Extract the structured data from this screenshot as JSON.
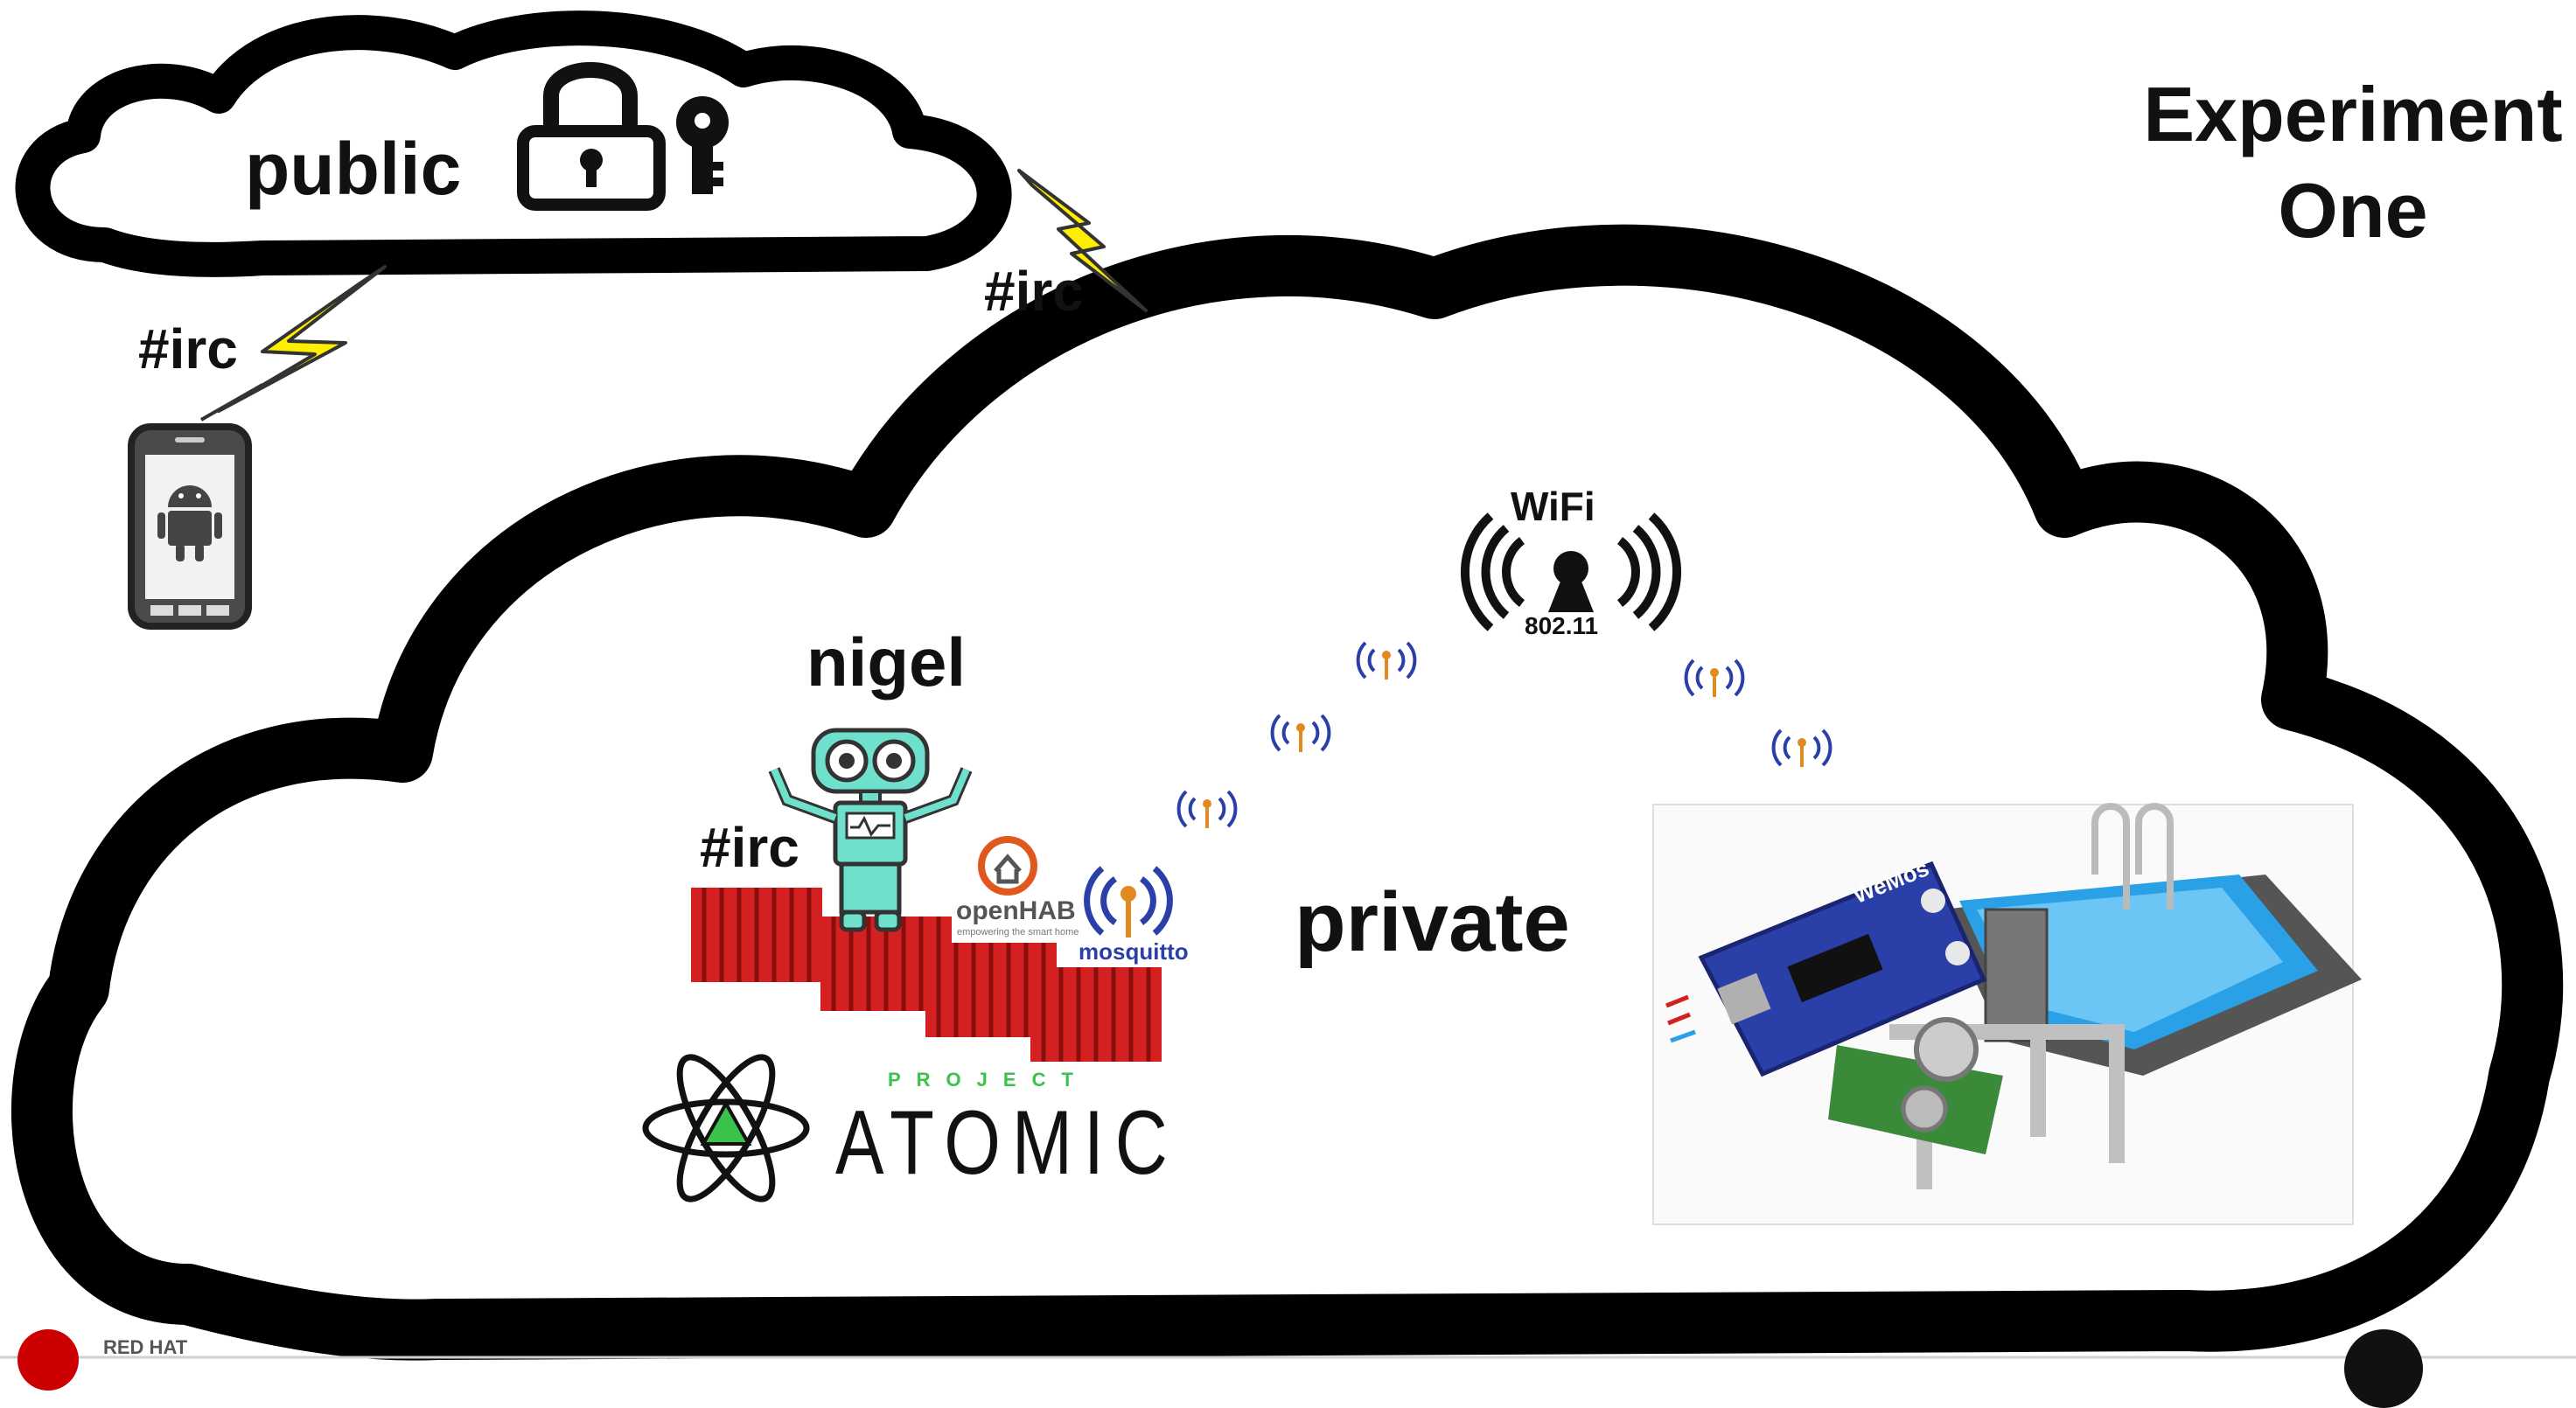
{
  "title": {
    "line1": "Experiment",
    "line2": "One"
  },
  "public_cloud": {
    "label": "public"
  },
  "private_cloud": {
    "label": "private"
  },
  "irc_labels": [
    "#irc",
    "#irc",
    "#irc"
  ],
  "nigel": {
    "label": "nigel"
  },
  "openhab": {
    "label": "openHAB",
    "tagline": "empowering the smart home"
  },
  "mosquitto": {
    "label": "mosquitto"
  },
  "project_atomic": {
    "small": "PROJECT",
    "big": "ATOMIC"
  },
  "wifi": {
    "label": "WiFi",
    "standard": "802.11"
  },
  "wemos": {
    "label": "WeMos"
  },
  "footer": {
    "text": "RED HAT"
  },
  "colors": {
    "lightning": "#ffee00",
    "container_red": "#d42020",
    "robot": "#6fe0cc",
    "pcb": "#2b3fa8",
    "pool": "#2aa0e6",
    "signal": "#2b3fa8"
  }
}
